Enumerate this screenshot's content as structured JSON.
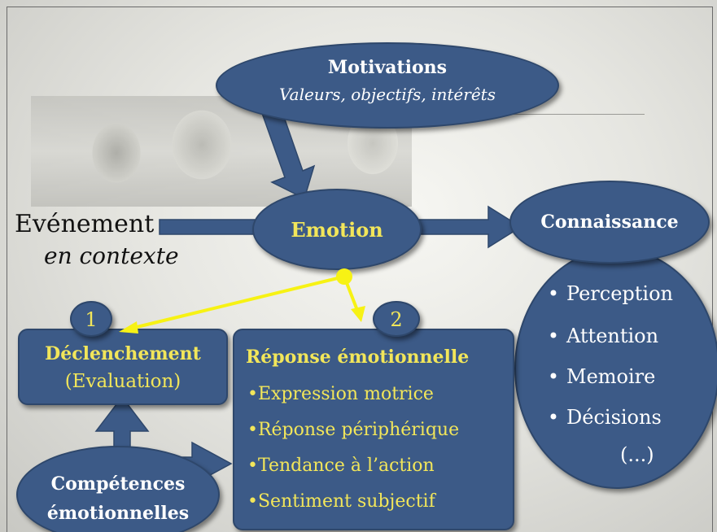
{
  "motivations": {
    "title": "Motivations",
    "subtitle": "Valeurs, objectifs, intérêts"
  },
  "emotion": {
    "label": "Emotion"
  },
  "event": {
    "label": "Evénement",
    "context": "en contexte"
  },
  "connaissance": {
    "label": "Connaissance",
    "items": [
      "Perception",
      "Attention",
      "Memoire",
      "Décisions"
    ],
    "more": "(...)"
  },
  "declenchement": {
    "number": "1",
    "title": "Déclenchement",
    "subtitle": "(Evaluation)"
  },
  "reponse": {
    "number": "2",
    "title": "Réponse émotionnelle",
    "items": [
      "•Expression motrice",
      "•Réponse périphérique",
      "•Tendance à l’action",
      "•Sentiment subjectif"
    ]
  },
  "competences": {
    "line1": "Compétences",
    "line2": "émotionnelles"
  },
  "colors": {
    "shape_fill": "#3c5a87",
    "highlight": "#f2e65a",
    "text_white": "#ffffff",
    "yellow_arrow": "#f7f214"
  },
  "bullet_glyph": "•"
}
